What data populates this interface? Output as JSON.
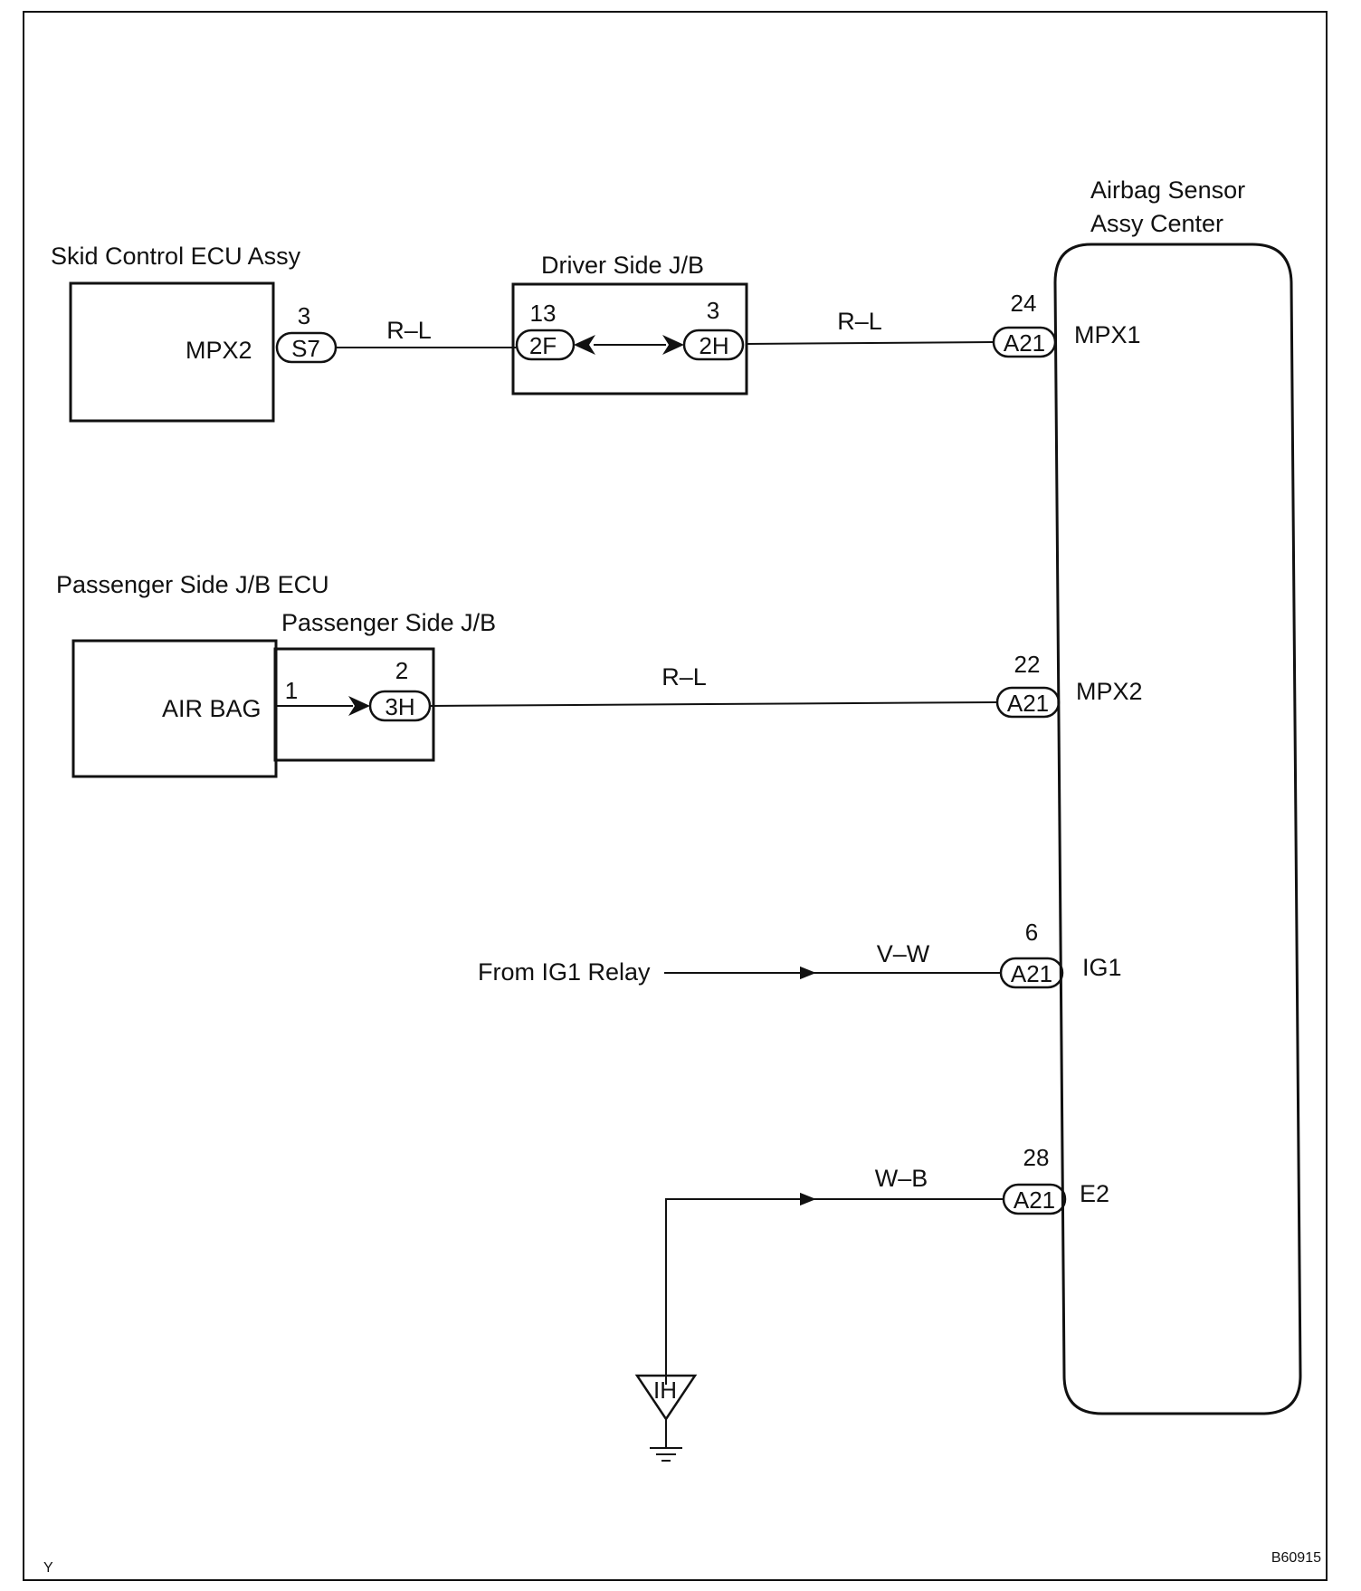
{
  "components": {
    "skid_ecu": {
      "title": "Skid Control ECU Assy",
      "terminal": "MPX2"
    },
    "driver_jb": {
      "title": "Driver Side J/B"
    },
    "passenger_ecu": {
      "title": "Passenger Side J/B ECU",
      "terminal": "AIR BAG"
    },
    "passenger_jb": {
      "title": "Passenger Side J/B"
    },
    "airbag_sensor": {
      "title_line1": "Airbag Sensor",
      "title_line2": "Assy Center"
    }
  },
  "connectors": {
    "s7": {
      "code": "S7",
      "pin": "3"
    },
    "d2f": {
      "code": "2F",
      "pin": "13"
    },
    "d2h": {
      "code": "2H",
      "pin": "3"
    },
    "p3h": {
      "code": "3H",
      "pin": "2"
    },
    "p_air_bag_pin": "1",
    "a21_mpx1": {
      "code": "A21",
      "pin": "24",
      "terminal": "MPX1"
    },
    "a21_mpx2": {
      "code": "A21",
      "pin": "22",
      "terminal": "MPX2"
    },
    "a21_ig1": {
      "code": "A21",
      "pin": "6",
      "terminal": "IG1"
    },
    "a21_e2": {
      "code": "A21",
      "pin": "28",
      "terminal": "E2"
    }
  },
  "wires": {
    "w1": "R–L",
    "w2": "R–L",
    "w3": "R–L",
    "w4": "V–W",
    "w5": "W–B"
  },
  "ig1_source": "From IG1 Relay",
  "ground_label": "IH",
  "corner_left": "Y",
  "figure_code": "B60915"
}
